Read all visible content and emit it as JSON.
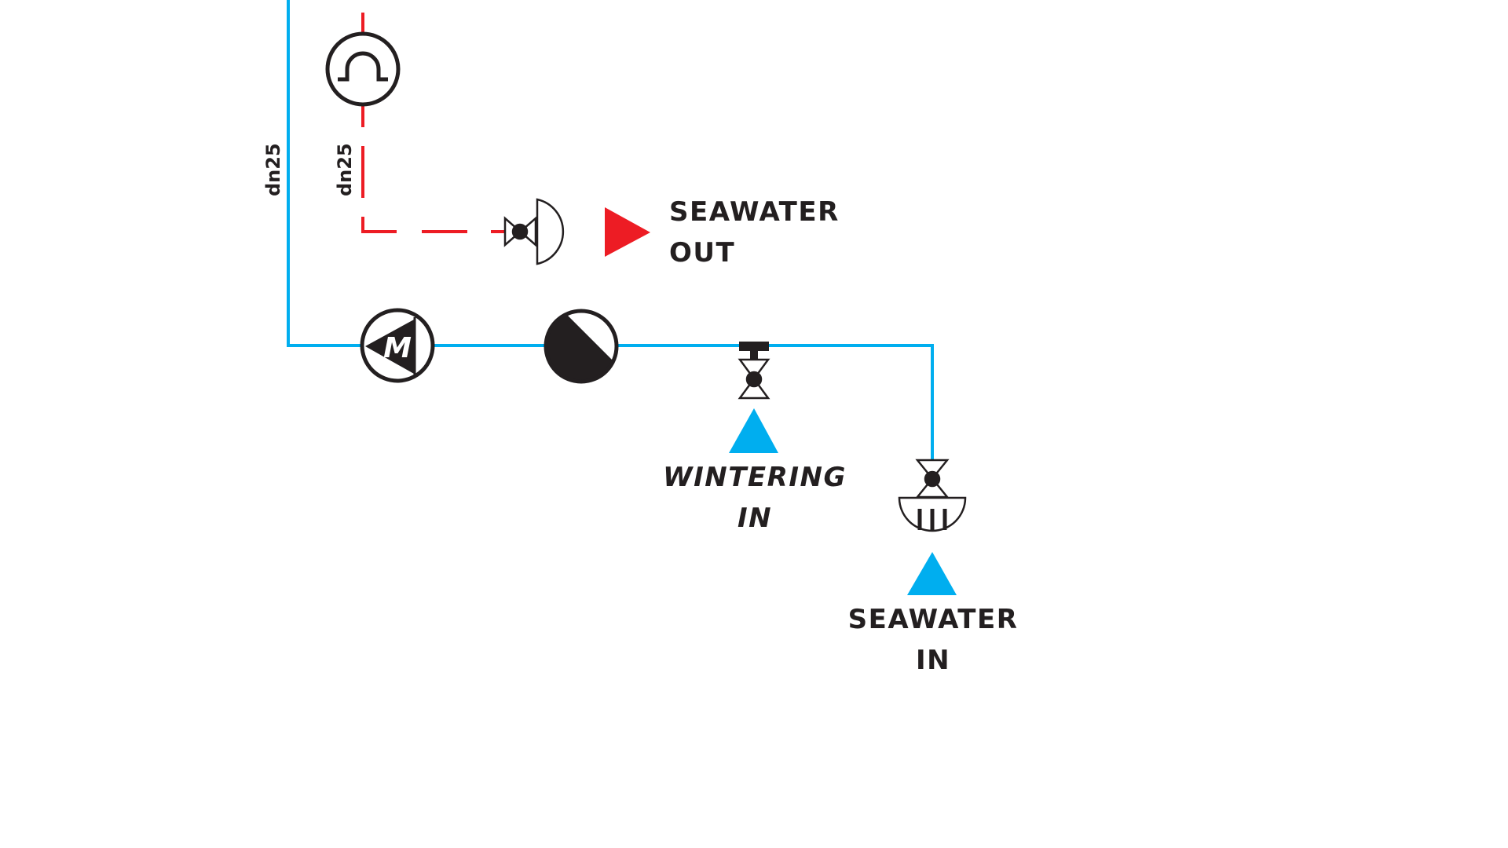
{
  "colors": {
    "seawater_line": "#00aeef",
    "return_line": "#ed1c24",
    "symbol": "#231f20",
    "background": "#ffffff"
  },
  "pipes": {
    "supply_size_label": "dn25",
    "return_size_label": "dn25"
  },
  "components": {
    "flow_meter": {
      "icon": "flow-meter-icon"
    },
    "outlet_valve": {
      "icon": "ball-valve-with-thru-hull-icon"
    },
    "pump": {
      "icon": "motor-pump-icon",
      "label": "M"
    },
    "check_valve": {
      "icon": "half-filled-circle-icon"
    },
    "wintering_valve": {
      "icon": "t-handle-valve-icon"
    },
    "inlet_valve": {
      "icon": "valve-with-strainer-icon"
    }
  },
  "endpoints": {
    "seawater_out": {
      "line1": "SEAWATER",
      "line2": "OUT",
      "icon": "arrow-right-icon"
    },
    "wintering_in": {
      "line1": "WINTERING",
      "line2": "IN",
      "icon": "arrow-up-icon"
    },
    "seawater_in": {
      "line1": "SEAWATER",
      "line2": "IN",
      "icon": "arrow-up-icon"
    }
  }
}
